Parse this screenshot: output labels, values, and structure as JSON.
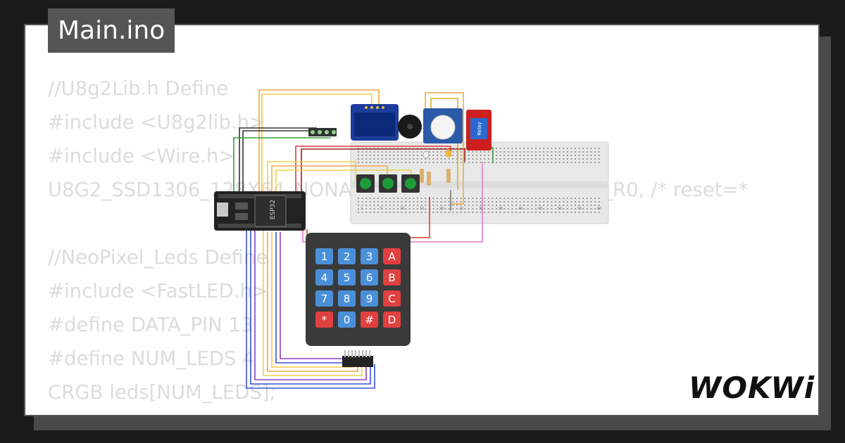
{
  "tab": {
    "title": "Main.ino"
  },
  "code": {
    "lines": [
      "//U8g2Lib.h Define",
      "#include <U8g2lib.h>",
      "#include <Wire.h>",
      "U8G2_SSD1306_128X64_NONAME_F_HW_I2C u8g2(U8G2_R0, /* reset=*",
      "",
      "//NeoPixel_Leds Define",
      "#include <FastLED.h>",
      "#define DATA_PIN 13",
      "#define NUM_LEDS 4",
      "CRGB leds[NUM_LEDS];"
    ]
  },
  "board": {
    "chip_label": "ESP32"
  },
  "relay": {
    "label": "Relay"
  },
  "keypad": {
    "keys": [
      "1",
      "2",
      "3",
      "A",
      "4",
      "5",
      "6",
      "B",
      "7",
      "8",
      "9",
      "C",
      "*",
      "0",
      "#",
      "D"
    ]
  },
  "breadboard": {
    "column_numbers": [
      "1",
      "5",
      "10",
      "15",
      "20",
      "25",
      "30",
      "35",
      "40",
      "45",
      "50",
      "55",
      "60"
    ]
  },
  "brand": {
    "logo_text": "WOKWi"
  },
  "colors": {
    "digit_key": "#4a90d9",
    "letter_key": "#e04040",
    "breadboard": "#e8e8e8",
    "oled_screen": "#0a2a7a",
    "relay_board": "#cc1f1f",
    "pcb": "#222222"
  },
  "icons": {
    "usb_port": "usb-port-icon",
    "buzzer": "buzzer-icon",
    "pir_sensor": "pir-sensor-icon"
  }
}
